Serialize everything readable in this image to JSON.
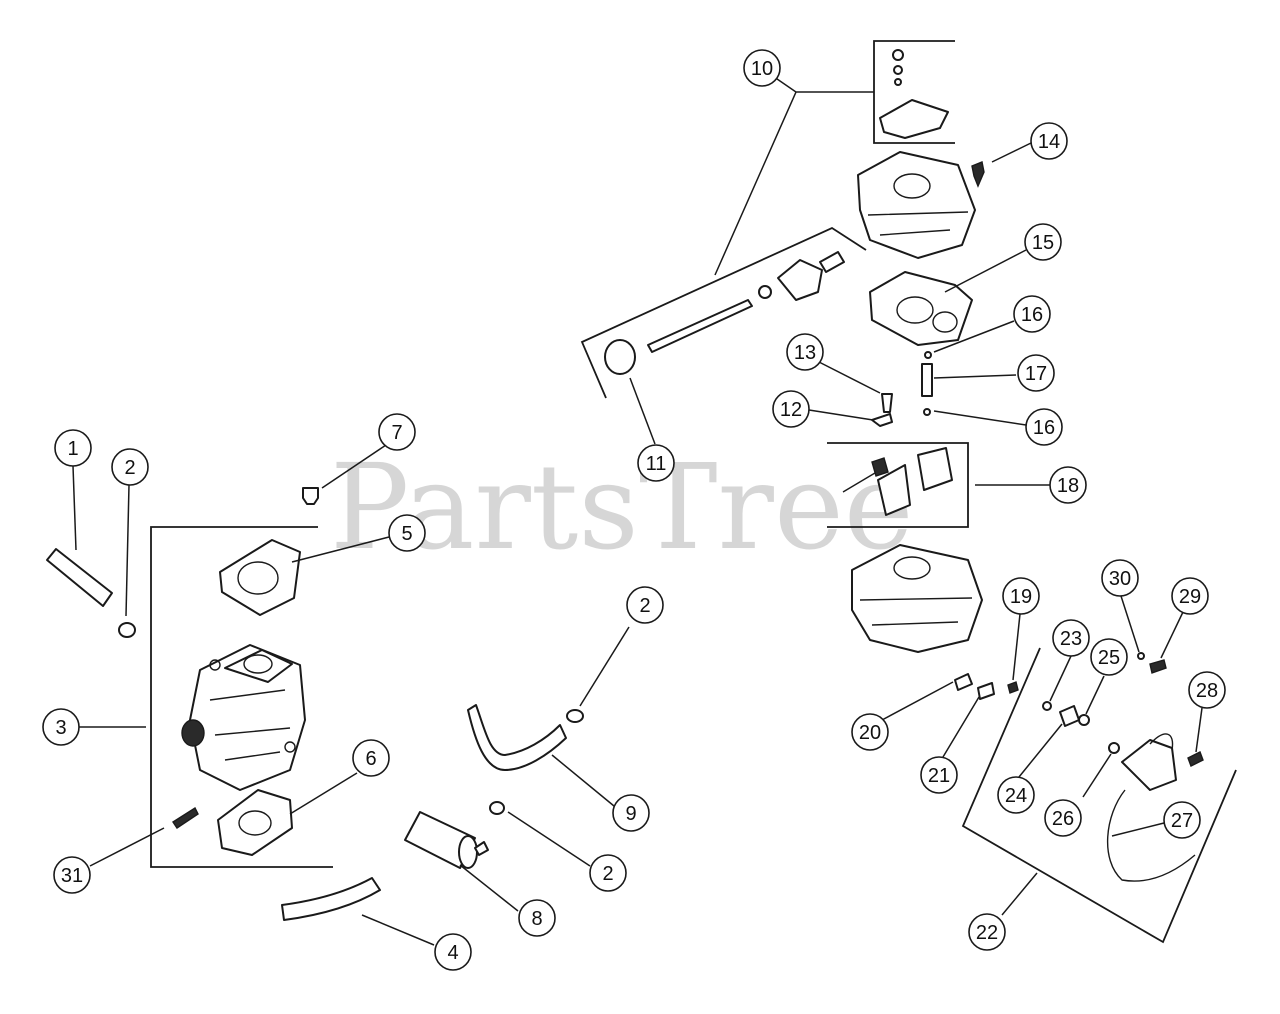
{
  "watermark": "PartsTree",
  "colors": {
    "ink": "#1a1a1a",
    "watermark": "#c9c9c9",
    "background": "#ffffff"
  },
  "callouts": [
    {
      "label": "1"
    },
    {
      "label": "2"
    },
    {
      "label": "3"
    },
    {
      "label": "7"
    },
    {
      "label": "5"
    },
    {
      "label": "6"
    },
    {
      "label": "31"
    },
    {
      "label": "4"
    },
    {
      "label": "8"
    },
    {
      "label": "2"
    },
    {
      "label": "2"
    },
    {
      "label": "9"
    },
    {
      "label": "10"
    },
    {
      "label": "11"
    },
    {
      "label": "14"
    },
    {
      "label": "15"
    },
    {
      "label": "16"
    },
    {
      "label": "13"
    },
    {
      "label": "17"
    },
    {
      "label": "12"
    },
    {
      "label": "16"
    },
    {
      "label": "18"
    },
    {
      "label": "19"
    },
    {
      "label": "30"
    },
    {
      "label": "29"
    },
    {
      "label": "23"
    },
    {
      "label": "25"
    },
    {
      "label": "28"
    },
    {
      "label": "20"
    },
    {
      "label": "21"
    },
    {
      "label": "24"
    },
    {
      "label": "26"
    },
    {
      "label": "27"
    },
    {
      "label": "22"
    }
  ]
}
